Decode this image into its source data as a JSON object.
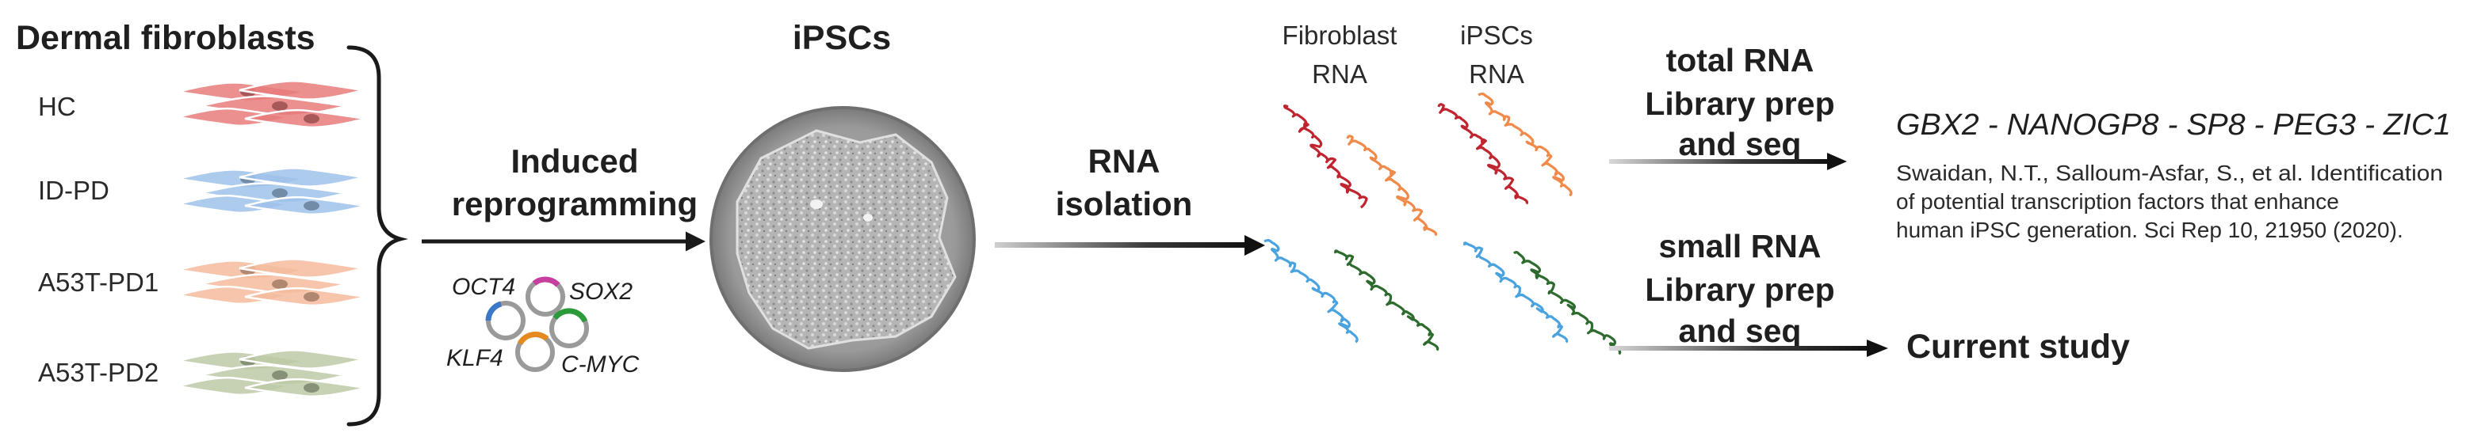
{
  "source_title": "Dermal fibroblasts",
  "samples": [
    "HC",
    "ID-PD",
    "A53T-PD1",
    "A53T-PD2"
  ],
  "sample_colors": {
    "HC": "#e87b7b",
    "ID-PD": "#9fc2ea",
    "A53T-PD1": "#f5bb9c",
    "A53T-PD2": "#bccaa6"
  },
  "reprogramming": {
    "label_line1": "Induced",
    "label_line2": "reprogramming",
    "factors": [
      "OCT4",
      "SOX2",
      "KLF4",
      "C-MYC"
    ],
    "factor_colors": [
      "#3b78c8",
      "#c63f9e",
      "#2a9a3a",
      "#e58a1f"
    ]
  },
  "ipsc": {
    "title": "iPSCs"
  },
  "isolation": {
    "label_line1": "RNA",
    "label_line2": "isolation"
  },
  "rna_panels": {
    "fibroblast_line1": "Fibroblast",
    "fibroblast_line2": "RNA",
    "ipsc_line1": "iPSCs",
    "ipsc_line2": "RNA",
    "strand_colors": [
      "#c0252f",
      "#f08a4b",
      "#4aa3df",
      "#2e6b2e"
    ]
  },
  "total_rna": {
    "line1": "total RNA",
    "line2": "Library prep",
    "line3": "and seq",
    "genes": "GBX2 - NANOGP8 - SP8 - PEG3 - ZIC1",
    "citation": [
      "Swaidan, N.T., Salloum-Asfar, S., et al. Identification",
      "of potential transcription factors that enhance",
      "human iPSC generation. Sci Rep 10, 21950 (2020)."
    ]
  },
  "small_rna": {
    "line1": "small RNA",
    "line2": "Library prep",
    "line3": "and seq",
    "result": "Current study"
  }
}
